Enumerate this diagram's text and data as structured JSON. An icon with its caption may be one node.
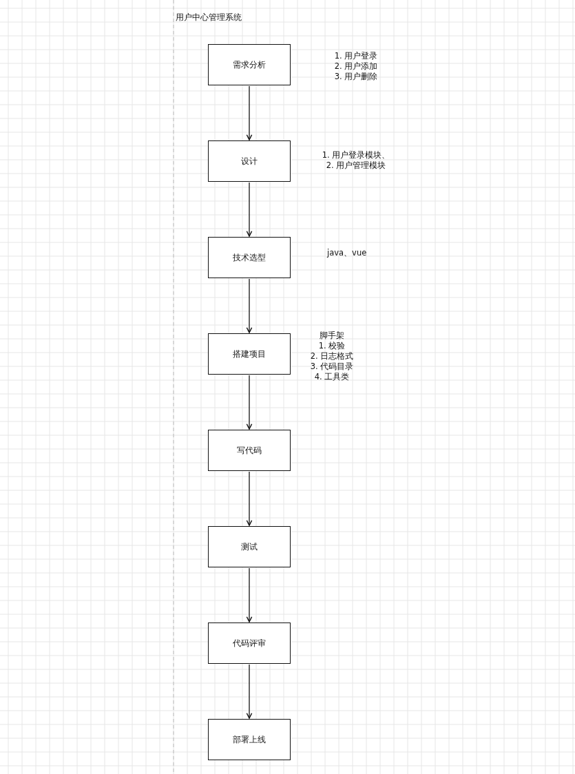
{
  "diagram": {
    "title": "用户中心管理系统",
    "nodes": [
      {
        "text": [
          "需求分析"
        ],
        "beside": [
          "1. 用户登录",
          "2. 用户添加",
          "3. 用户删除"
        ]
      },
      {
        "text": [
          "设计"
        ],
        "beside": [
          "1. 用户登录模块、",
          "2. 用户管理模块"
        ]
      },
      {
        "text": [
          "技术选型"
        ]
      },
      {
        "text": [
          "搭建项目"
        ],
        "beside": [
          "脚手架",
          "1. 校验",
          "2. 日志格式",
          "3. 代码目录",
          "4. 工具类"
        ]
      },
      {
        "text": [
          "写代码"
        ]
      },
      {
        "text": [
          "测试"
        ]
      },
      {
        "text": [
          "代码评审"
        ]
      },
      {
        "text": [
          "部署上线"
        ]
      }
    ],
    "edges": [
      {
        "from": 0,
        "to": 1,
        "arrow": "to"
      },
      {
        "from": 1,
        "to": 2,
        "arrow": "to"
      },
      {
        "from": 2,
        "to": 3,
        "arrow": "to"
      },
      {
        "from": 3,
        "to": 4,
        "arrow": "to"
      },
      {
        "from": 4,
        "to": 5,
        "arrow": "to"
      },
      {
        "from": 5,
        "to": 6,
        "arrow": "to"
      },
      {
        "from": 6,
        "to": 7,
        "arrow": "to"
      }
    ],
    "labels": [
      "java、vue"
    ]
  }
}
